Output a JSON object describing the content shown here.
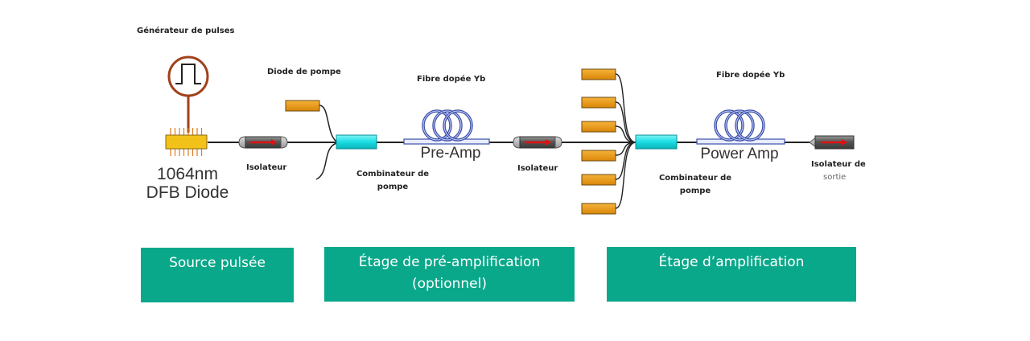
{
  "labels": {
    "pulse_generator": "Générateur de pulses",
    "pump_diode": "Diode de pompe",
    "yb_fiber_1": "Fibre dopée Yb",
    "yb_fiber_2": "Fibre dopée Yb",
    "isolator_1": "Isolateur",
    "isolator_2": "Isolateur",
    "pump_combiner_1": "Combinateur de\npompe",
    "pump_combiner_2": "Combinateur de\npompe",
    "output_isolator_line1": "Isolateur de",
    "output_isolator_line2": "sortie",
    "seed_diode": "1064nm\nDFB Diode",
    "pre_amp": "Pre-Amp",
    "power_amp": "Power Amp"
  },
  "stages": [
    {
      "label": "Source pulsée"
    },
    {
      "label": "Étage de pré-amplification\n(optionnel)"
    },
    {
      "label": "Étage d’amplification"
    }
  ],
  "colors": {
    "stage_fill": "#0aa88a",
    "pump_diode": "#e89a12",
    "combiner": "#1ee0e6",
    "seed_chip": "#f2c21a",
    "pulse_generator": "#a0401a",
    "coil": "#3b4fa8",
    "isolator_arrow": "#e01010"
  },
  "power_amp_pump_count": 6
}
